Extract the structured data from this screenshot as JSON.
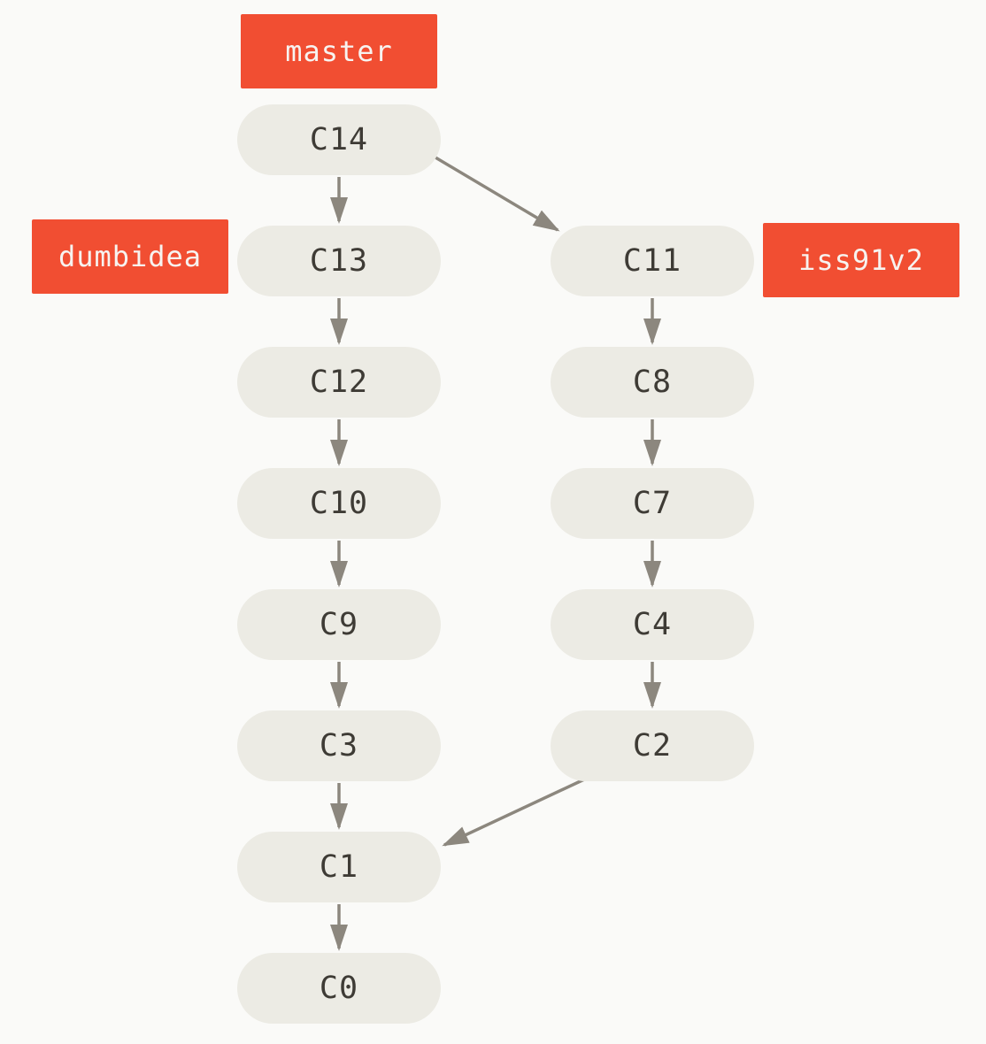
{
  "diagram": {
    "kind": "git-commit-history-graph",
    "background_color": "#fafaf8"
  },
  "colors": {
    "commit_node_fill": "#ecebe4",
    "commit_node_text": "#3e3b35",
    "branch_label_fill": "#f14e32",
    "branch_label_text": "#f7f3f0",
    "arrow": "#8c877e"
  },
  "branches": [
    {
      "name": "master",
      "points_to": "C14"
    },
    {
      "name": "dumbidea",
      "points_to": "C13"
    },
    {
      "name": "iss91v2",
      "points_to": "C11"
    }
  ],
  "commits": [
    {
      "label": "C14",
      "column": "left",
      "row": 0
    },
    {
      "label": "C13",
      "column": "left",
      "row": 1
    },
    {
      "label": "C12",
      "column": "left",
      "row": 2
    },
    {
      "label": "C10",
      "column": "left",
      "row": 3
    },
    {
      "label": "C9",
      "column": "left",
      "row": 4
    },
    {
      "label": "C3",
      "column": "left",
      "row": 5
    },
    {
      "label": "C1",
      "column": "left",
      "row": 6
    },
    {
      "label": "C0",
      "column": "left",
      "row": 7
    },
    {
      "label": "C11",
      "column": "right",
      "row": 1
    },
    {
      "label": "C8",
      "column": "right",
      "row": 2
    },
    {
      "label": "C7",
      "column": "right",
      "row": 3
    },
    {
      "label": "C4",
      "column": "right",
      "row": 4
    },
    {
      "label": "C2",
      "column": "right",
      "row": 5
    }
  ],
  "edges": [
    {
      "from": "C14",
      "to": "C13"
    },
    {
      "from": "C14",
      "to": "C11"
    },
    {
      "from": "C13",
      "to": "C12"
    },
    {
      "from": "C12",
      "to": "C10"
    },
    {
      "from": "C10",
      "to": "C9"
    },
    {
      "from": "C9",
      "to": "C3"
    },
    {
      "from": "C3",
      "to": "C1"
    },
    {
      "from": "C1",
      "to": "C0"
    },
    {
      "from": "C11",
      "to": "C8"
    },
    {
      "from": "C8",
      "to": "C7"
    },
    {
      "from": "C7",
      "to": "C4"
    },
    {
      "from": "C4",
      "to": "C2"
    },
    {
      "from": "C2",
      "to": "C1"
    }
  ]
}
